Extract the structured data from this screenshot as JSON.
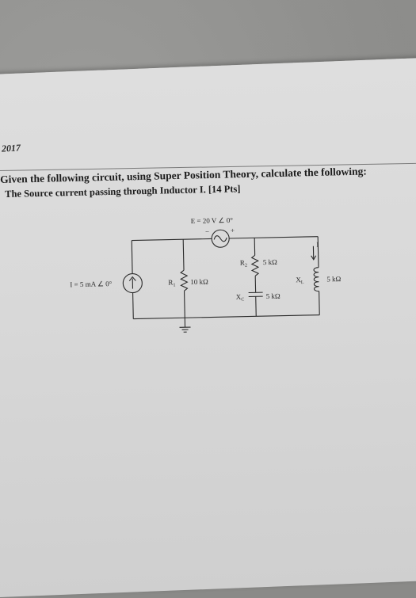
{
  "document": {
    "year": "2017",
    "question_line1": "Given the following circuit, using Super Position Theory, calculate the following:",
    "question_line2": "The Source current passing through Inductor I. [14 Pts]"
  },
  "circuit": {
    "voltage_source": "E = 20 V ∠ 0°",
    "voltage_minus": "−",
    "voltage_plus": "+",
    "current_source": "I = 5 mA ∠ 0°",
    "r1_name": "R",
    "r1_sub": "1",
    "r1_value": "10 kΩ",
    "r2_name": "R",
    "r2_sub": "2",
    "r2_value": "5 kΩ",
    "xc_name": "X",
    "xc_sub": "C",
    "xc_value": "5 kΩ",
    "xl_name": "X",
    "xl_sub": "L",
    "xl_value": "5 kΩ",
    "inductor_current": "I"
  }
}
